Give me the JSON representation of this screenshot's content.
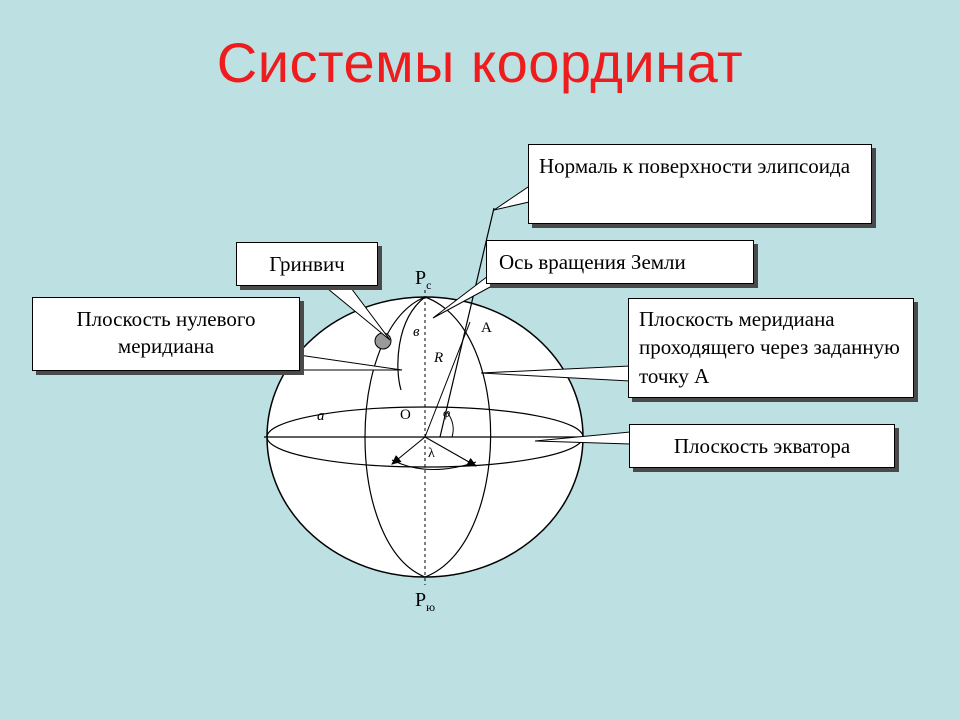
{
  "title": "Системы координат",
  "callouts": {
    "normal": "Нормаль к поверхности элипсоида",
    "axis": "Ось вращения Земли",
    "greenwich": "Гринвич",
    "zero_meridian": "Плоскость нулевого меридиана",
    "meridian_a": "Плоскость меридиана проходящего через заданную точку А",
    "equator": "Плоскость экватора"
  },
  "labels": {
    "north_pole": "P",
    "north_pole_sub": "с",
    "south_pole": "P",
    "south_pole_sub": "ю",
    "b": "в",
    "a_point": "А",
    "r": "R",
    "a_axis": "a",
    "origin": "O",
    "phi": "φ",
    "lambda": "λ"
  }
}
